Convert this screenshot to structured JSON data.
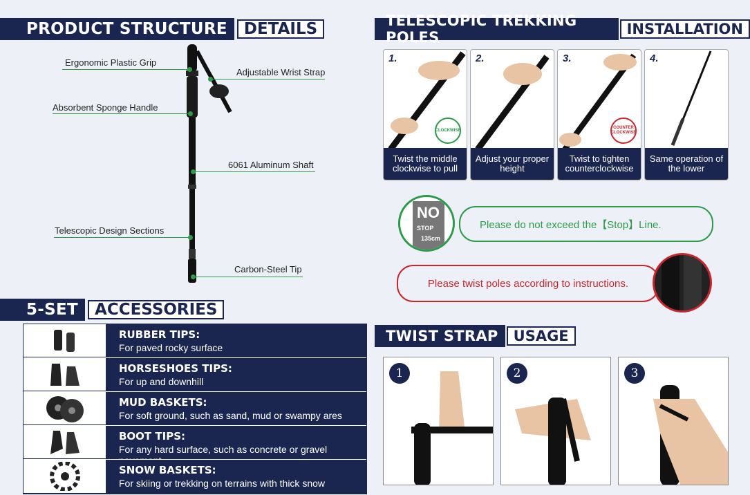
{
  "structure": {
    "header_a": "PRODUCT STRUCTURE",
    "header_b": "DETAILS",
    "labels": {
      "grip": "Ergonomic Plastic Grip",
      "strap": "Adjustable Wrist Strap",
      "sponge": "Absorbent Sponge Handle",
      "shaft": "6061 Aluminum Shaft",
      "sections": "Telescopic Design Sections",
      "tip": "Carbon-Steel Tip"
    }
  },
  "accessories": {
    "header_a": "5-SET",
    "header_b": "ACCESSORIES",
    "items": [
      {
        "title": "RUBBER TIPS:",
        "desc": "For paved rocky surface"
      },
      {
        "title": "HORSESHOES TIPS:",
        "desc": "For up and downhill"
      },
      {
        "title": "MUD BASKETS:",
        "desc": "For soft ground, such as sand, mud or swampy ares"
      },
      {
        "title": "BOOT TIPS:",
        "desc": "For any hard surface, such as concrete or gravel pavement"
      },
      {
        "title": "SNOW BASKETS:",
        "desc": "For skiing or trekking on terrains with thick snow"
      }
    ]
  },
  "installation": {
    "header_a": "TELESCOPIC TREKKING POLES",
    "header_b": "INSTALLATION",
    "steps": [
      {
        "num": "1.",
        "cap": "Twist the middle clockwise to pull",
        "badge": "CLOCKWISE"
      },
      {
        "num": "2.",
        "cap": "Adjust your proper height"
      },
      {
        "num": "3.",
        "cap": "Twist to tighten counterclockwise",
        "badge": "COUNTER CLOCKWISE"
      },
      {
        "num": "4.",
        "cap": "Same operation of the lower"
      }
    ],
    "notice_green": "Please do not exceed the【Stop】Line.",
    "notice_red": "Please twist poles according to instructions.",
    "stop_no": "NO",
    "stop_word": "STOP",
    "stop_cm": "135cm"
  },
  "strap_usage": {
    "header_a": "TWIST STRAP",
    "header_b": "USAGE",
    "steps": [
      "1",
      "2",
      "3"
    ]
  },
  "colors": {
    "navy": "#1a2650",
    "green": "#2b9a4a",
    "red": "#c8262b"
  }
}
